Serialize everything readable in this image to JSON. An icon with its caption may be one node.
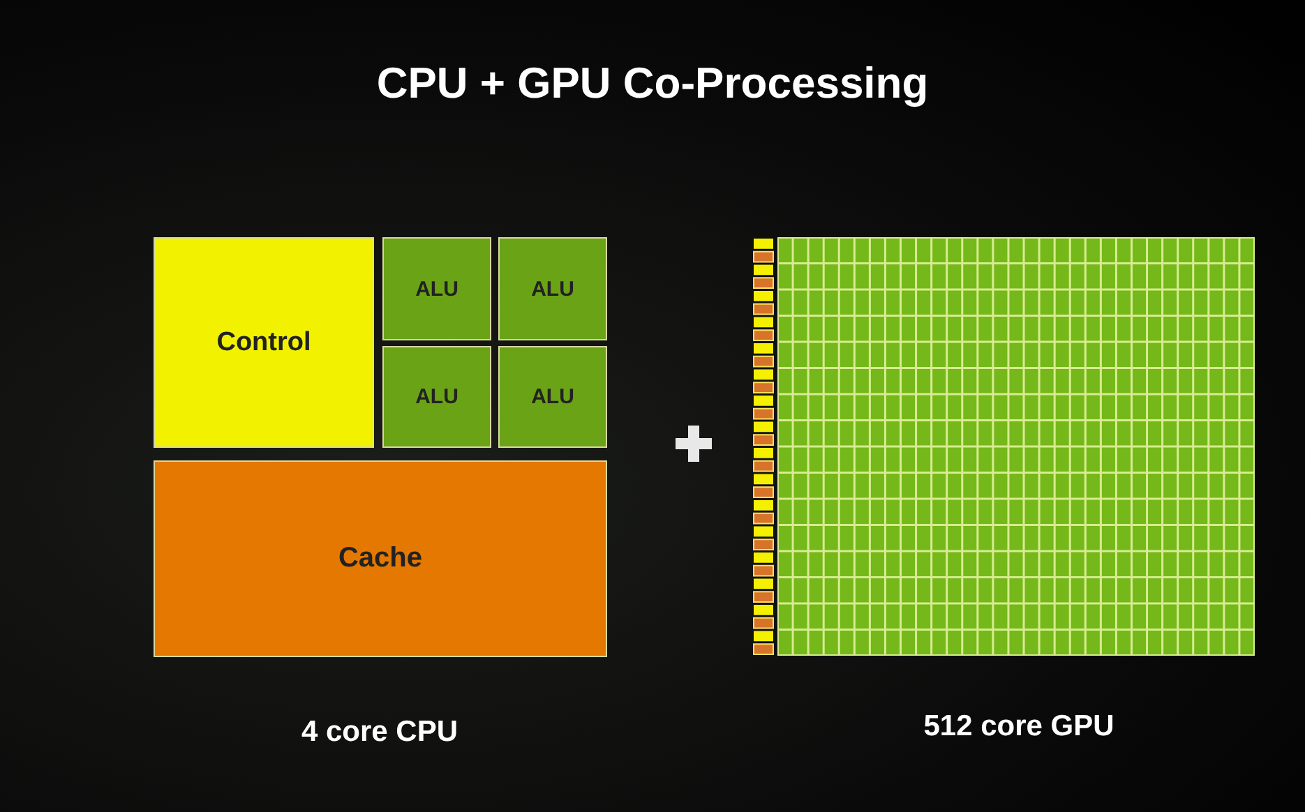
{
  "diagram": {
    "title": "CPU + GPU Co-Processing",
    "nodes": [
      {
        "text": [
          "Control"
        ]
      },
      {
        "text": [
          "ALU"
        ]
      },
      {
        "text": [
          "ALU"
        ]
      },
      {
        "text": [
          "ALU"
        ]
      },
      {
        "text": [
          "ALU"
        ]
      },
      {
        "text": [
          "Cache"
        ]
      },
      {
        "text": [],
        "shape": "box"
      }
    ],
    "edges": [],
    "labels": [
      "4 core CPU",
      "512 core GPU"
    ]
  }
}
